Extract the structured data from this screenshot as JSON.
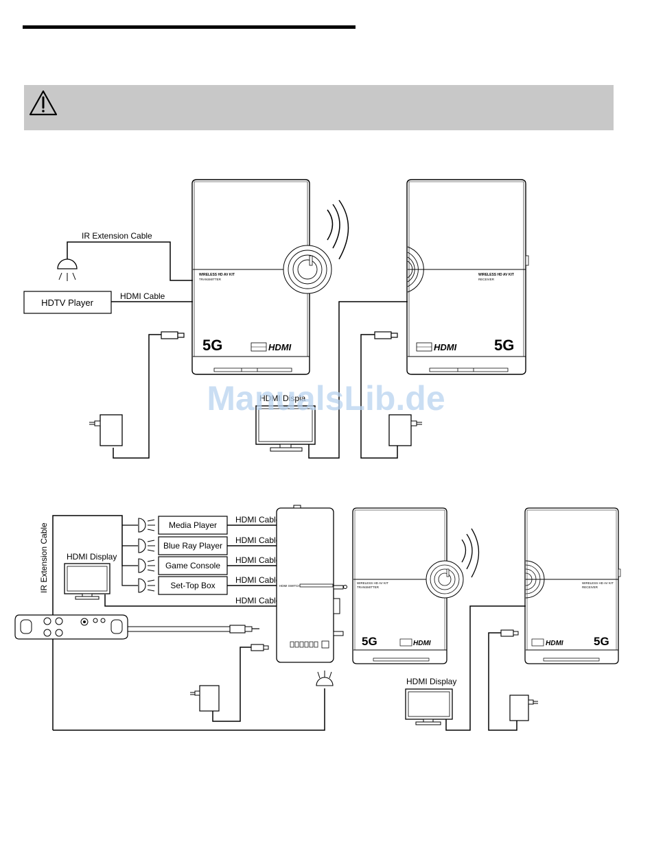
{
  "diagram1": {
    "labels": {
      "ir_cable": "IR Extension Cable",
      "hdtv_player": "HDTV Player",
      "hdmi_cable": "HDMI Cable",
      "hdmi_display": "HDMI Displa"
    },
    "transmitter": {
      "line1": "WIRELESS HD AV KIT",
      "line2": "TRANSMITTER",
      "badge": "5G",
      "brand": "HDMI"
    },
    "receiver": {
      "line1": "WIRELESS HD AV KIT",
      "line2": "RECEIVER",
      "badge": "5G",
      "brand": "HDMI"
    }
  },
  "diagram2": {
    "labels": {
      "ir_cable_vertical": "IR Extension Cable",
      "hdmi_display_left": "HDMI Display",
      "hdmi_display_right": "HDMI Display"
    },
    "sources": [
      "Media Player",
      "Blue Ray Player",
      "Game Console",
      "Set-Top Box"
    ],
    "hdmi_cable_labels": [
      "HDMI Cable",
      "HDMI Cable",
      "HDMI Cable",
      "HDMI Cable",
      "HDMI Cable"
    ],
    "switch": {
      "label": "HDMI SWITCH"
    },
    "transmitter": {
      "line1": "WIRELESS HD AV KIT",
      "line2": "TRANSMITTER",
      "badge": "5G",
      "brand": "HDMI"
    },
    "receiver": {
      "line1": "WIRELESS HD AV KIT",
      "line2": "RECEIVER",
      "badge": "5G",
      "brand": "HDMI"
    }
  },
  "watermark": "ManualsLib.de"
}
